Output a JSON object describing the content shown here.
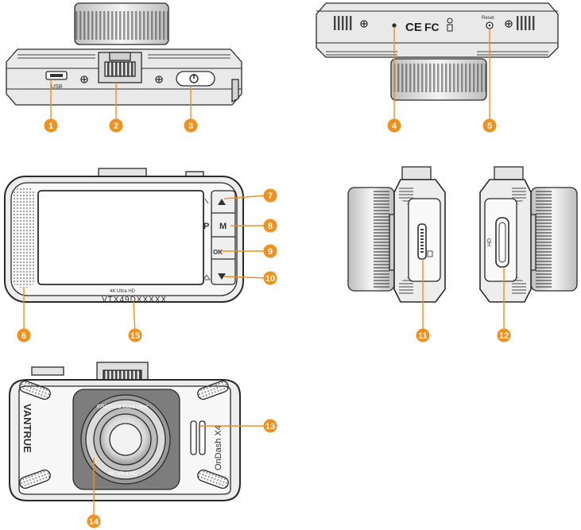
{
  "colors": {
    "accent": "#f0901e",
    "outline": "#2a2a2a",
    "fill": "#e6e6e6",
    "dark": "#555555"
  },
  "labels": {
    "usb": "USB",
    "reset": "Reset",
    "p": "P",
    "m": "M",
    "ok": "OK",
    "ultra_hd_screen": "4K Ultra HD",
    "serial": "VTX49DXXXXX",
    "brand": "VANTRUE",
    "model": "OnDash X4",
    "lens_top": "F/NO=1.8 fixed Lens",
    "lens_bottom": "4K Ultra HD",
    "hdmi": "HD"
  },
  "callouts": [
    "1",
    "2",
    "3",
    "4",
    "5",
    "6",
    "7",
    "8",
    "9",
    "10",
    "11",
    "12",
    "13",
    "14",
    "15"
  ]
}
